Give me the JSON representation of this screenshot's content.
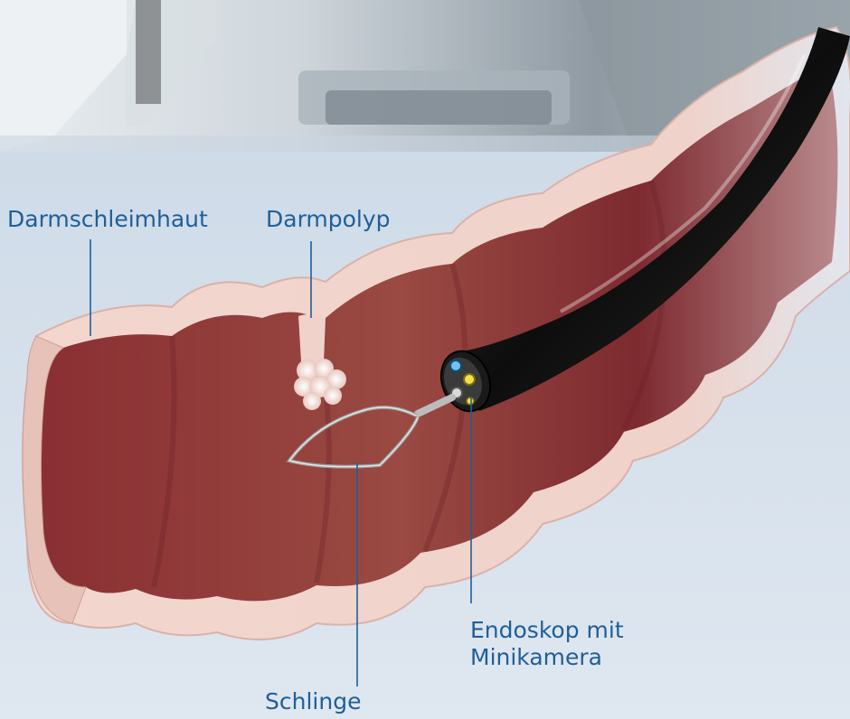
{
  "labels": {
    "mucosa": "Darmschleimhaut",
    "polyp": "Darmpolyp",
    "endoscope_line1": "Endoskop mit",
    "endoscope_line2": "Minikamera",
    "snare": "Schlinge"
  },
  "colors": {
    "background": "#d5e1ee",
    "label_text": "#1f5f99",
    "leader_line": "#1f5f99",
    "tissue_outer": "#f0cfc6",
    "tissue_inner": "#8e3437",
    "endoscope": "#111111"
  }
}
